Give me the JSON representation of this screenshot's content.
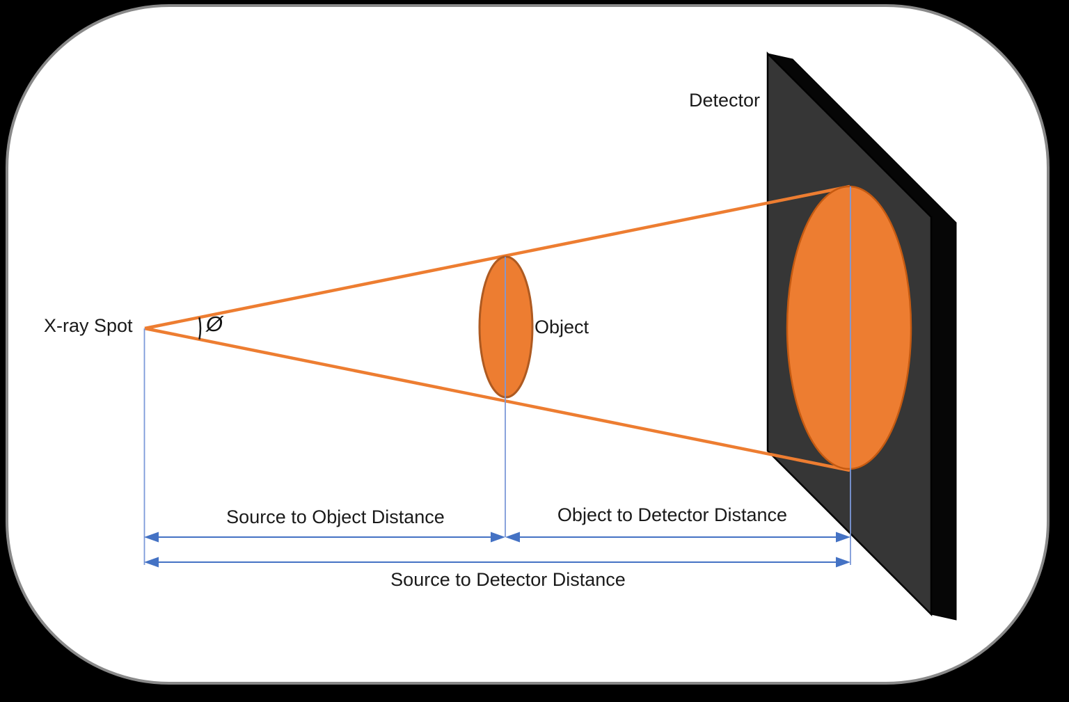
{
  "diagram": {
    "title_implied": "X-ray geometric magnification diagram",
    "labels": {
      "xray_spot": "X-ray Spot",
      "object": "Object",
      "detector": "Detector",
      "angle_symbol": "Ø",
      "source_to_object": "Source to Object Distance",
      "object_to_detector": "Object to Detector Distance",
      "source_to_detector": "Source to Detector Distance"
    },
    "colors": {
      "beam_orange": "#ED7D31",
      "ellipse_fill": "#ED7D31",
      "ellipse_border_dark": "#AE5A21",
      "dimension_blue": "#4472C4",
      "guide_blue_light": "#7C99D9",
      "detector_front_gray": "#363636",
      "detector_side_black": "#060606",
      "frame_border_gray": "#898989",
      "canvas_white": "#FFFFFF",
      "background_black": "#000000",
      "text_color": "#1A1A1A"
    }
  }
}
